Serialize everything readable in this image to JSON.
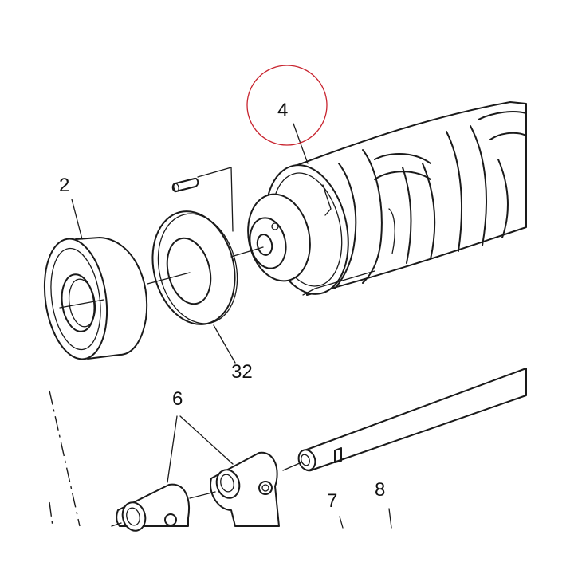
{
  "labels": {
    "drum": "4",
    "bearing": "2",
    "washer": "32",
    "forks": "6",
    "shaft_a": "7",
    "shaft_b": "8"
  },
  "colors": {
    "line": "#1a1a1a",
    "highlight_circle": "#c8242f",
    "background": "#ffffff"
  }
}
